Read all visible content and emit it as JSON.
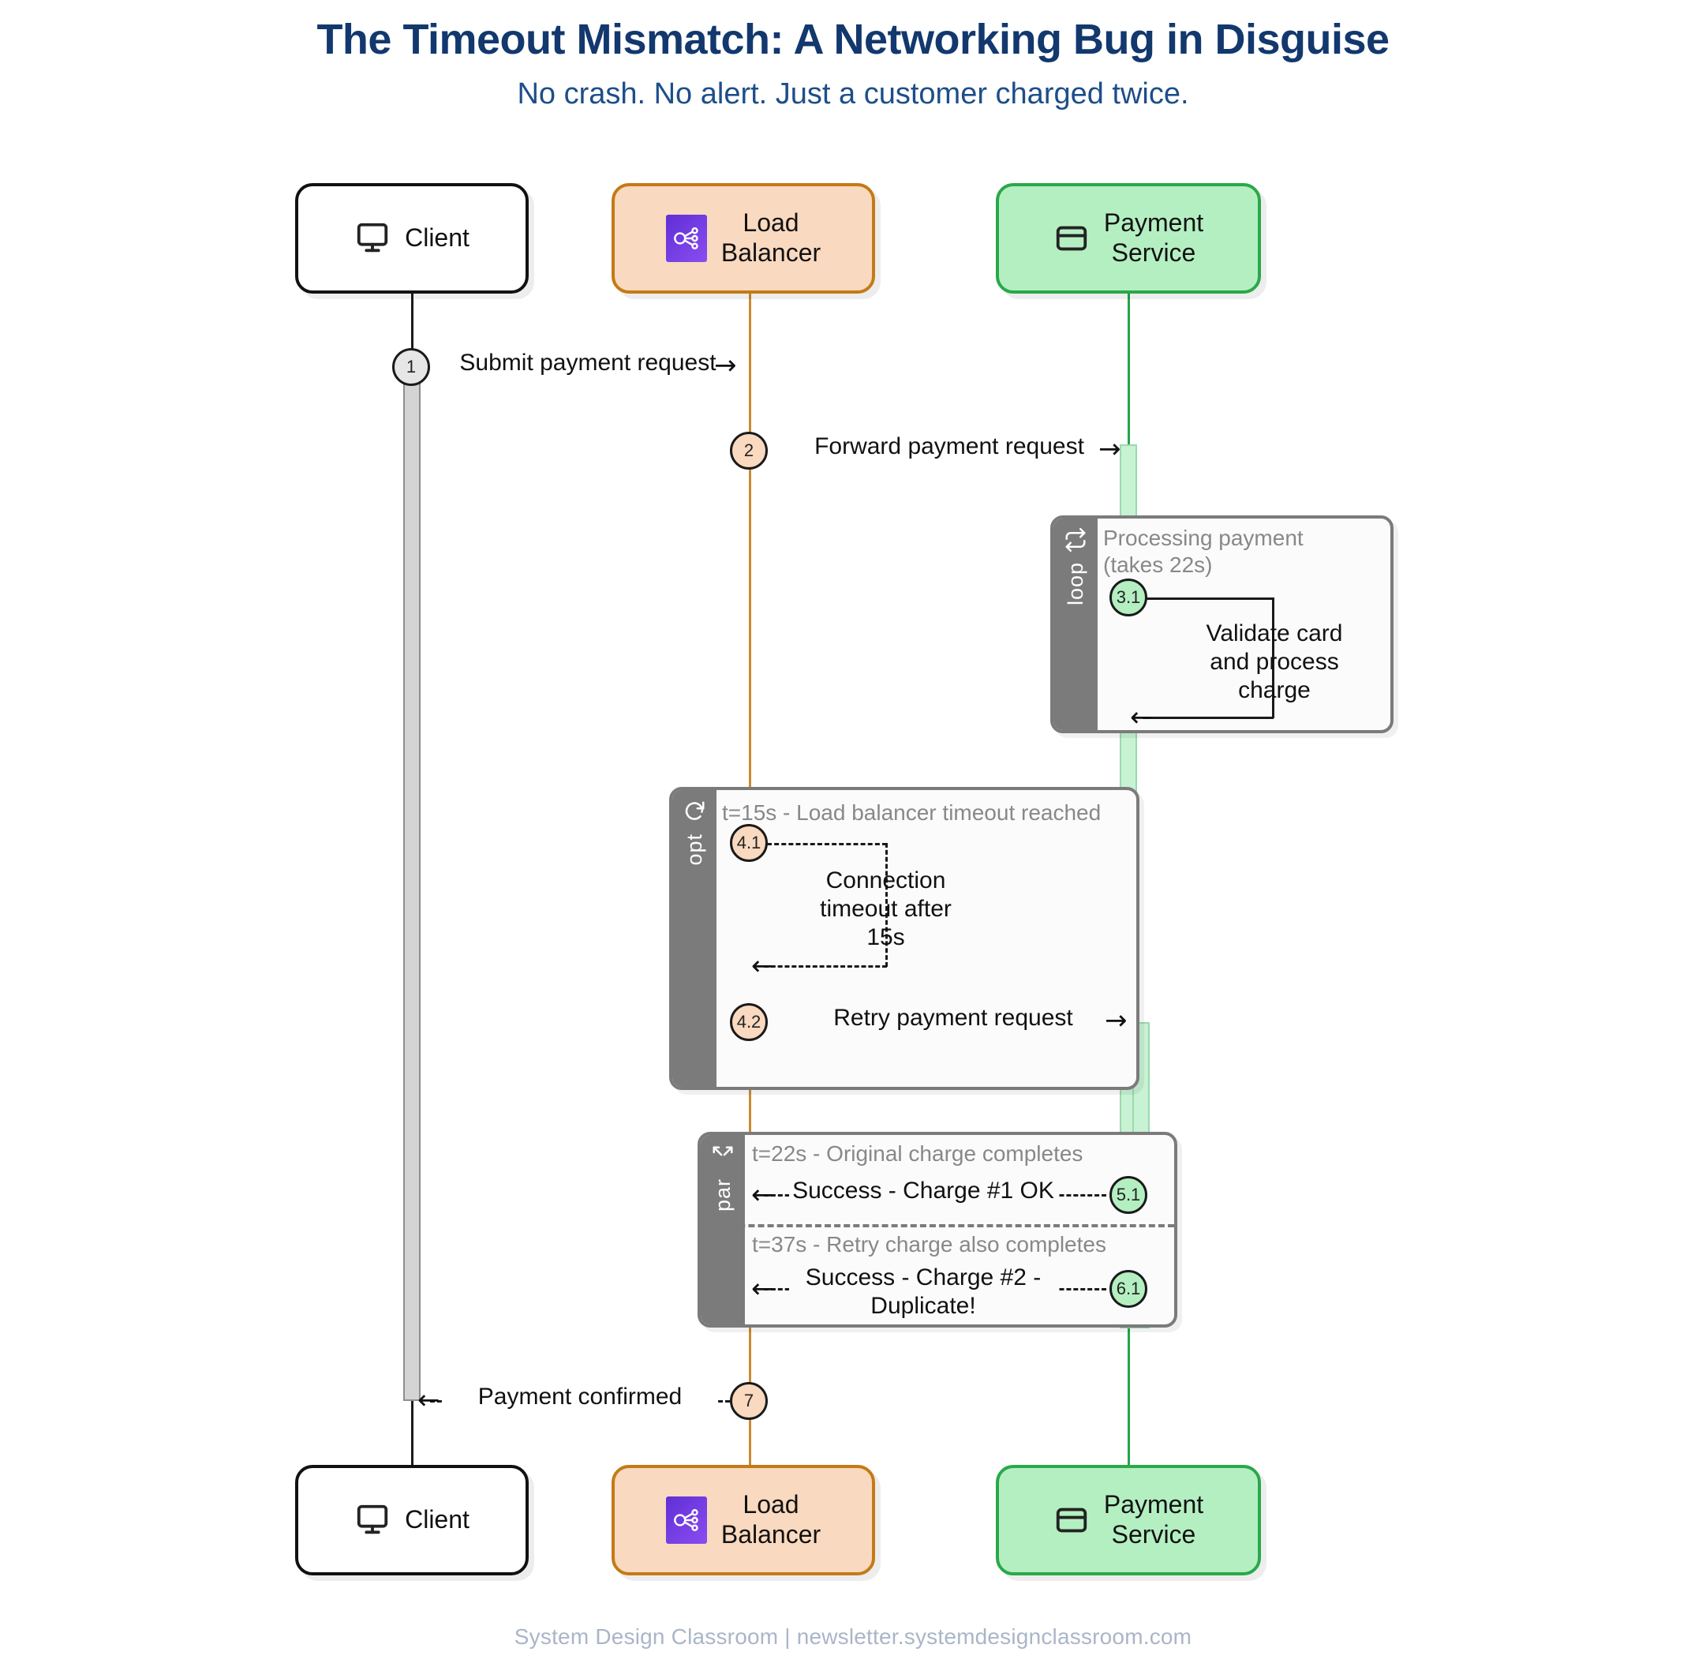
{
  "header": {
    "title": "The Timeout Mismatch: A Networking Bug in Disguise",
    "subtitle": "No crash. No alert. Just a customer charged twice."
  },
  "footer": {
    "text": "System Design Classroom | newsletter.systemdesignclassroom.com"
  },
  "colors": {
    "title": "#12386e",
    "subtitle": "#1d4e89",
    "client_accent": "#111111",
    "lb_accent": "#c47a17",
    "lb_fill": "#f9d9bf",
    "ps_accent": "#2aa84a",
    "ps_fill": "#b4efc2",
    "fragment_tab": "#7b7b7b",
    "footer": "#aab5c8"
  },
  "participants": [
    {
      "id": "client",
      "label": "Client",
      "icon": "monitor-icon"
    },
    {
      "id": "lb",
      "label": "Load\nBalancer",
      "icon": "load-balancer-icon"
    },
    {
      "id": "ps",
      "label": "Payment\nService",
      "icon": "credit-card-icon"
    }
  ],
  "fragments": [
    {
      "id": "loop",
      "kind": "loop",
      "title": "Processing payment\n(takes 22s)",
      "icon": "loop-icon"
    },
    {
      "id": "opt",
      "kind": "opt",
      "title": "t=15s - Load balancer timeout reached",
      "icon": "retry-icon"
    },
    {
      "id": "par",
      "kind": "par",
      "icon": "parallel-icon",
      "sections": [
        {
          "title": "t=22s - Original charge completes"
        },
        {
          "title": "t=37s - Retry charge also completes"
        }
      ]
    }
  ],
  "messages": [
    {
      "num": "1",
      "label": "Submit payment request",
      "from": "client",
      "to": "lb",
      "style": "solid",
      "color": "gray"
    },
    {
      "num": "2",
      "label": "Forward payment request",
      "from": "lb",
      "to": "ps",
      "style": "solid",
      "color": "peach"
    },
    {
      "num": "3.1",
      "label": "Validate card\nand process\ncharge",
      "from": "ps",
      "to": "ps",
      "style": "solid",
      "color": "green"
    },
    {
      "num": "4.1",
      "label": "Connection\ntimeout after\n15s",
      "from": "lb",
      "to": "lb",
      "style": "dashed",
      "color": "peach"
    },
    {
      "num": "4.2",
      "label": "Retry payment request",
      "from": "lb",
      "to": "ps",
      "style": "solid",
      "color": "peach"
    },
    {
      "num": "5.1",
      "label": "Success - Charge #1 OK",
      "from": "ps",
      "to": "lb",
      "style": "dashed",
      "color": "green"
    },
    {
      "num": "6.1",
      "label": "Success - Charge #2 -\nDuplicate!",
      "from": "ps",
      "to": "lb",
      "style": "dashed",
      "color": "green"
    },
    {
      "num": "7",
      "label": "Payment confirmed",
      "from": "lb",
      "to": "client",
      "style": "dashed",
      "color": "peach"
    }
  ],
  "arrows": {
    "right": "→",
    "left": "←"
  }
}
